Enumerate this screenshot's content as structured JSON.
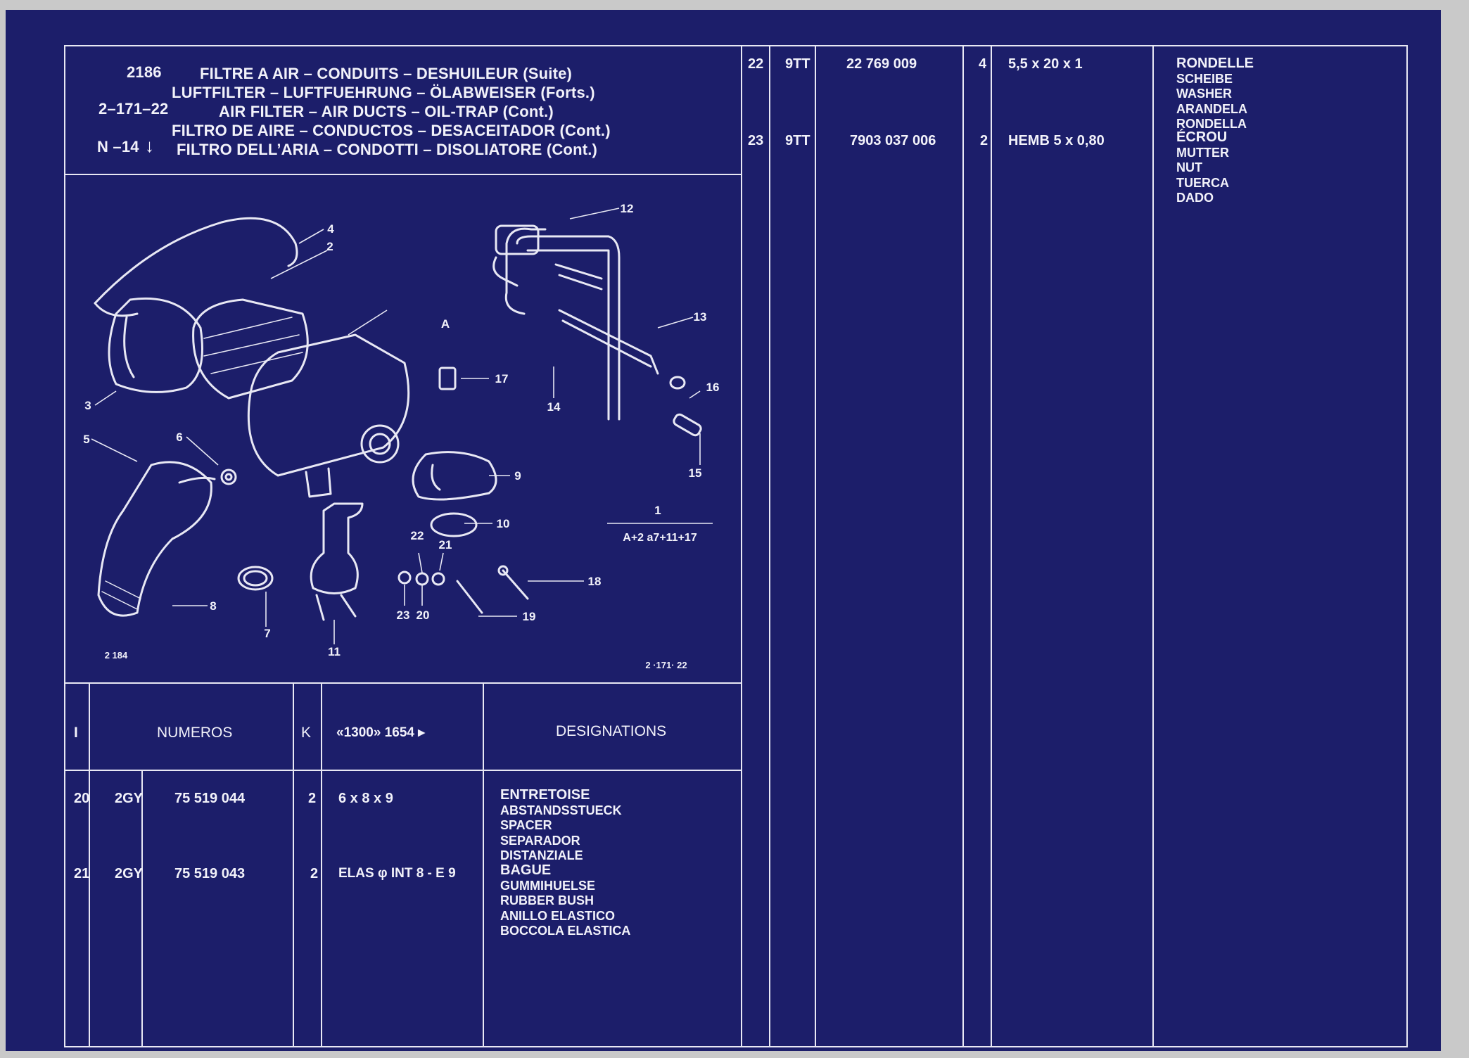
{
  "header": {
    "page_ref": "2186",
    "fig_ref": "2–171–22",
    "model_ref": "N –14",
    "arrow": "↓",
    "titles": [
      "FILTRE A AIR – CONDUITS – DESHUILEUR (Suite)",
      "LUFTFILTER – LUFTFUEHRUNG – ÖLABWEISER (Forts.)",
      "AIR FILTER – AIR DUCTS – OIL-TRAP (Cont.)",
      "FILTRO DE AIRE – CONDUCTOS – DESACEITADOR (Cont.)",
      "FILTRO DELL’ARIA – CONDOTTI – DISOLIATORE (Cont.)"
    ]
  },
  "diagram": {
    "callouts": [
      "1",
      "2",
      "3",
      "4",
      "5",
      "6",
      "7",
      "8",
      "9",
      "10",
      "11",
      "12",
      "13",
      "14",
      "15",
      "16",
      "17",
      "18",
      "19",
      "20",
      "21",
      "22",
      "23",
      "A"
    ],
    "assembly_formula": "A+2 a7+11+17",
    "label_left": "2 184",
    "label_right": "2 ·171· 22"
  },
  "table_header": {
    "col_index": "I",
    "col_numbers": "NUMEROS",
    "col_k": "K",
    "col_range": "«1300» 1654 ▸",
    "col_designations": "DESIGNATIONS"
  },
  "rows_left": [
    {
      "index": "20",
      "code": "2GY",
      "number": "75 519 044",
      "qty": "2",
      "dim": "6 x 8 x 9",
      "designations": [
        "ENTRETOISE",
        "ABSTANDSSTUECK",
        "SPACER",
        "SEPARADOR",
        "DISTANZIALE"
      ]
    },
    {
      "index": "21",
      "code": "2GY",
      "number": "75 519 043",
      "qty": "2",
      "dim": "ELAS φ INT 8 - E 9",
      "designations": [
        "BAGUE",
        "GUMMIHUELSE",
        "RUBBER BUSH",
        "ANILLO ELASTICO",
        "BOCCOLA ELASTICA"
      ]
    }
  ],
  "rows_right": [
    {
      "index": "22",
      "code": "9TT",
      "number": "22 769 009",
      "qty": "4",
      "dim": "5,5 x 20 x 1",
      "designations": [
        "RONDELLE",
        "SCHEIBE",
        "WASHER",
        "ARANDELA",
        "RONDELLA"
      ]
    },
    {
      "index": "23",
      "code": "9TT",
      "number": "7903 037 006",
      "qty": "2",
      "dim": "HEMB 5 x 0,80",
      "designations": [
        "ÉCROU",
        "MUTTER",
        "NUT",
        "TUERCA",
        "DADO"
      ]
    }
  ],
  "colors": {
    "background": "#1c1e6a",
    "ink": "#f2f2fa"
  }
}
